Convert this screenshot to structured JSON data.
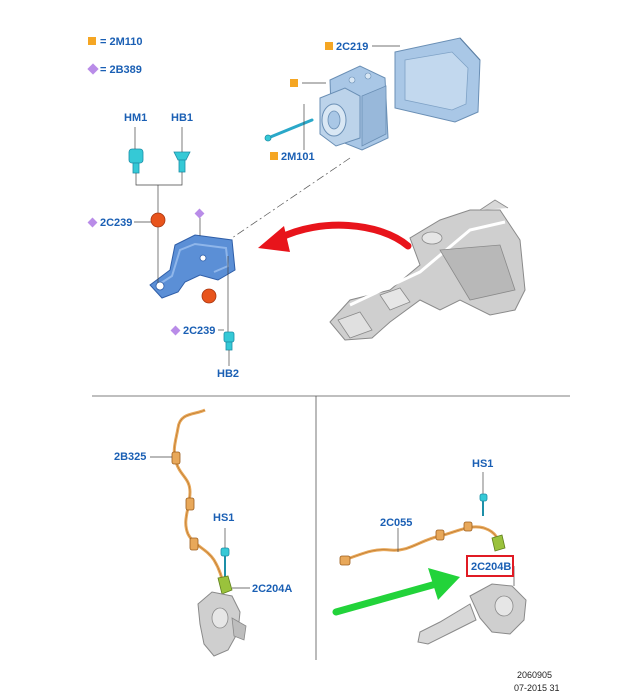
{
  "colors": {
    "label_blue": "#1a5fb4",
    "square_orange": "#f5a623",
    "diamond_purple": "#b98ce8",
    "arrow_red": "#e8141b",
    "arrow_green": "#22d33a",
    "highlight_box": "#e01b24",
    "part_blue": "#a9c7e6",
    "bracket_blue": "#5b8fd6",
    "harness_orange": "#e8a85a",
    "connector_green": "#9ac23c",
    "fastener_cyan": "#35c9d6",
    "grommet_orange": "#e8541c"
  },
  "legend": [
    {
      "symbol": "square",
      "text": "= 2M110"
    },
    {
      "symbol": "diamond",
      "text": "= 2B389"
    }
  ],
  "labels": {
    "hm1": "HM1",
    "hb1": "HB1",
    "c2c219": "2C219",
    "c2m101": "2M101",
    "c2c239_top": "2C239",
    "c2c239_bottom": "2C239",
    "hb2": "HB2",
    "c2b325": "2B325",
    "hs1_left": "HS1",
    "c2c204a": "2C204A",
    "hs1_right": "HS1",
    "c2c055": "2C055",
    "c2c204b": "2C204B"
  },
  "footer": {
    "code": "2060905",
    "date": "07-2015 31"
  }
}
